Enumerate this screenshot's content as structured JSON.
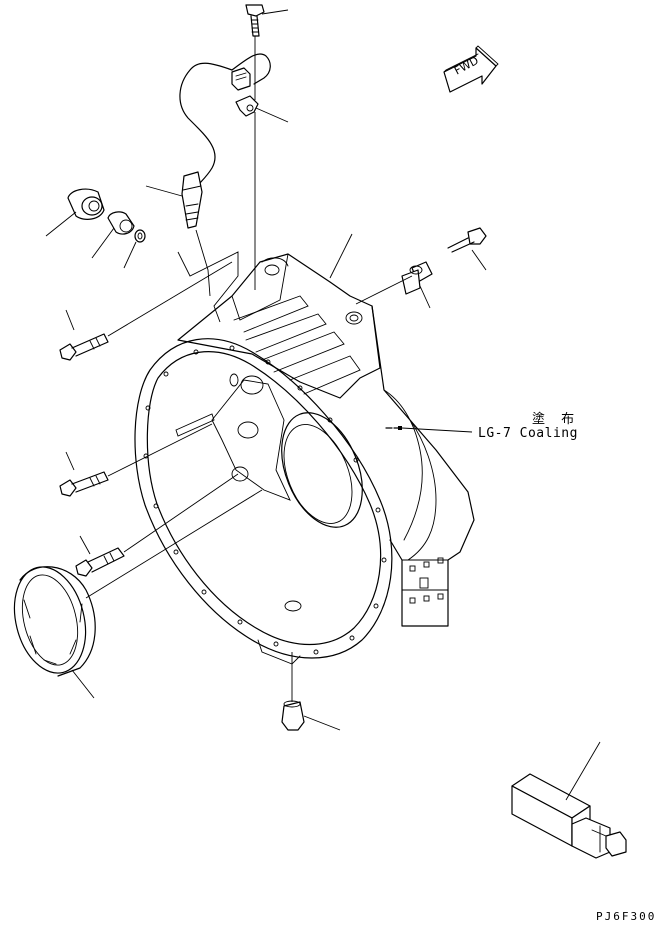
{
  "annotation": {
    "apply_label": "塗 布",
    "coating_label": "LG-7 Coaling"
  },
  "drawing_code": "PJ6F300",
  "fwd_badge": "FWD",
  "colors": {
    "line": "#000000",
    "background": "#ffffff"
  }
}
